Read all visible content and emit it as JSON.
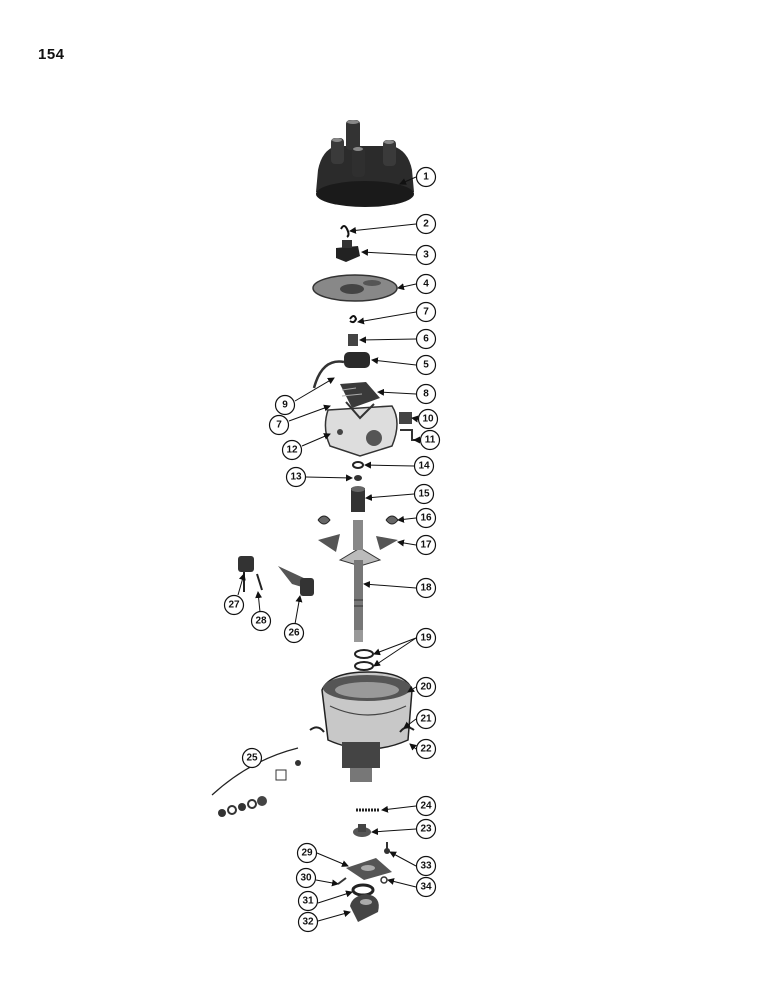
{
  "page_number": "154",
  "callouts": [
    {
      "id": "c1",
      "text": "1"
    },
    {
      "id": "c2",
      "text": "2"
    },
    {
      "id": "c3",
      "text": "3"
    },
    {
      "id": "c4",
      "text": "4"
    },
    {
      "id": "c7a",
      "text": "7"
    },
    {
      "id": "c6",
      "text": "6"
    },
    {
      "id": "c5",
      "text": "5"
    },
    {
      "id": "c8",
      "text": "8"
    },
    {
      "id": "c9",
      "text": "9"
    },
    {
      "id": "c7b",
      "text": "7"
    },
    {
      "id": "c10",
      "text": "10"
    },
    {
      "id": "c11",
      "text": "11"
    },
    {
      "id": "c12",
      "text": "12"
    },
    {
      "id": "c13",
      "text": "13"
    },
    {
      "id": "c14",
      "text": "14"
    },
    {
      "id": "c15",
      "text": "15"
    },
    {
      "id": "c16",
      "text": "16"
    },
    {
      "id": "c17",
      "text": "17"
    },
    {
      "id": "c18",
      "text": "18"
    },
    {
      "id": "c27",
      "text": "27"
    },
    {
      "id": "c28",
      "text": "28"
    },
    {
      "id": "c26",
      "text": "26"
    },
    {
      "id": "c19",
      "text": "19"
    },
    {
      "id": "c20",
      "text": "20"
    },
    {
      "id": "c21",
      "text": "21"
    },
    {
      "id": "c22",
      "text": "22"
    },
    {
      "id": "c25",
      "text": "25"
    },
    {
      "id": "c24",
      "text": "24"
    },
    {
      "id": "c23",
      "text": "23"
    },
    {
      "id": "c29",
      "text": "29"
    },
    {
      "id": "c33",
      "text": "33"
    },
    {
      "id": "c30",
      "text": "30"
    },
    {
      "id": "c34",
      "text": "34"
    },
    {
      "id": "c31",
      "text": "31"
    },
    {
      "id": "c32",
      "text": "32"
    }
  ]
}
